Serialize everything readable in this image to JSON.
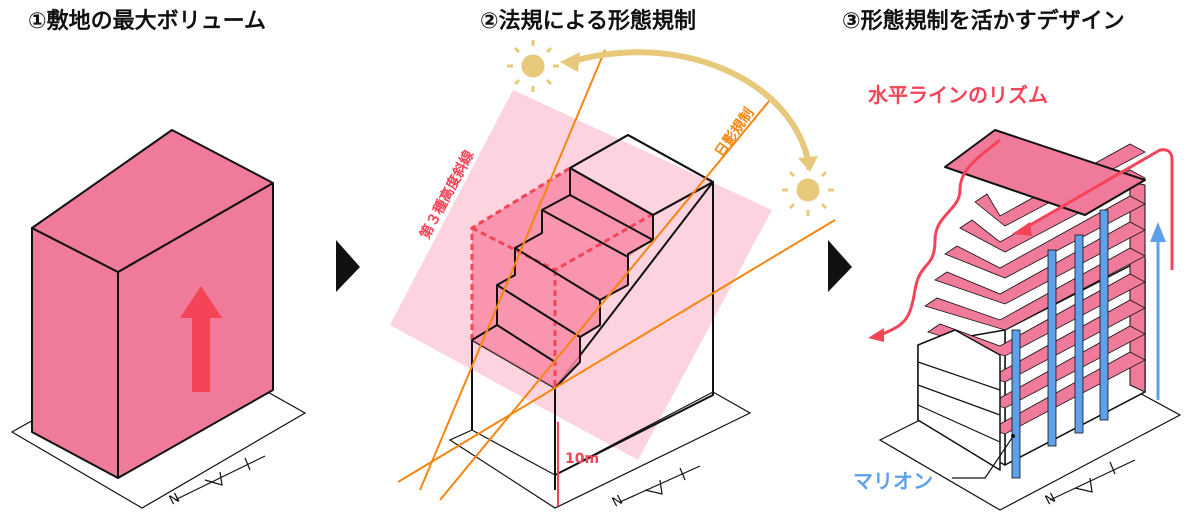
{
  "panels": [
    {
      "title": "①敷地の最大ボリューム"
    },
    {
      "title": "②法規による形態規制",
      "labels": {
        "slant_line": "第３種高度斜線",
        "shadow_reg": "日影規制",
        "height": "10m"
      }
    },
    {
      "title": "③形態規制を活かすデザイン",
      "labels": {
        "rhythm": "水平ラインのリズム",
        "mullion": "マリオン"
      }
    }
  ],
  "north_label": "N",
  "colors": {
    "volume_pink": "#f07a99",
    "plane_pink": "#fcd3de",
    "red": "#f54358",
    "orange": "#f5860f",
    "sun": "#e8c87a",
    "blue": "#5fa0ea"
  }
}
